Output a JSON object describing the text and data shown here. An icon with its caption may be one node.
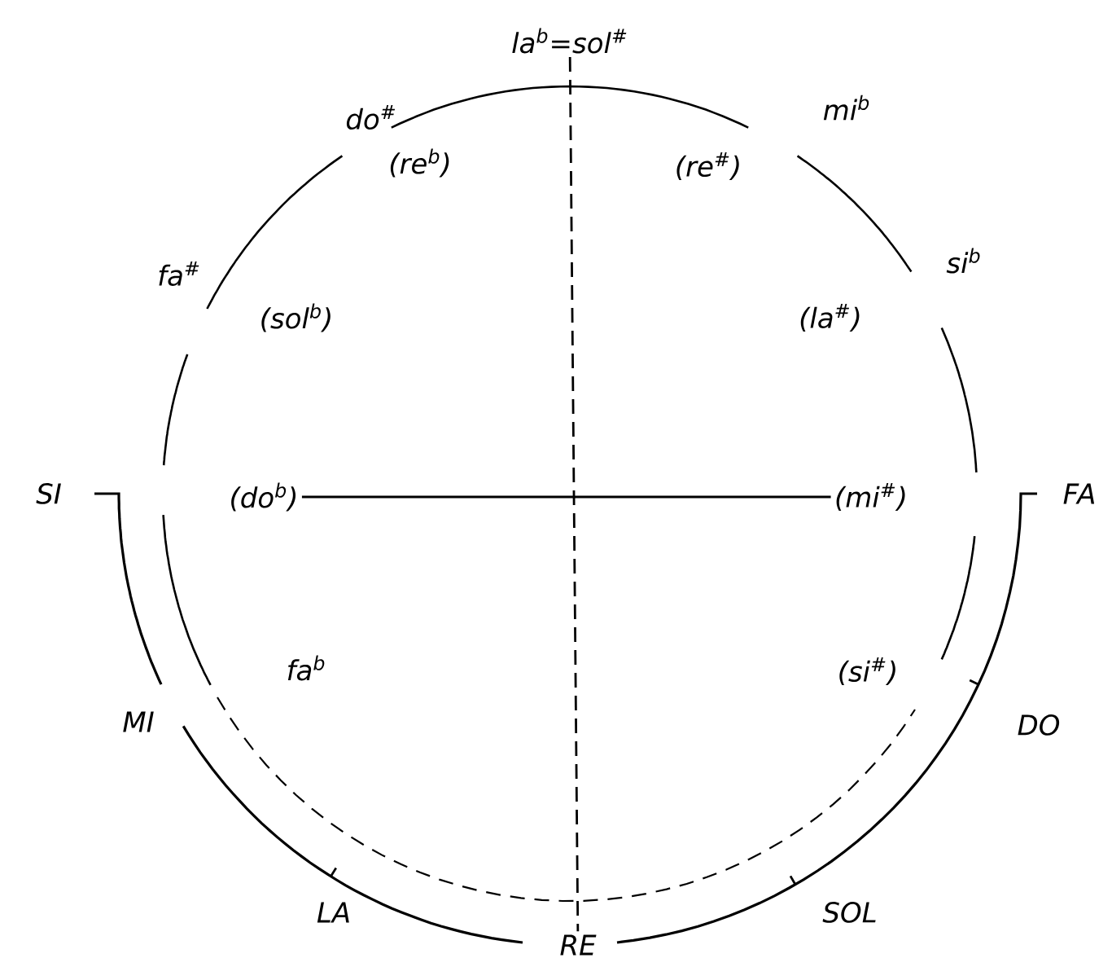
{
  "diagram": {
    "nodes": [
      {
        "text": [
          "la$^{b}$=sol$^{#}$"
        ]
      },
      {
        "text": [
          "(do$^{b}$)"
        ]
      },
      {
        "text": [
          "(mi$^{#}$)"
        ]
      },
      {
        "text": [
          "RE"
        ]
      }
    ],
    "edges": [
      {
        "from": 0,
        "to": 3,
        "arrow": "none",
        "style": "dashed"
      },
      {
        "from": 1,
        "to": 2,
        "arrow": "none"
      }
    ],
    "labels": [
      "do$^{#}$",
      "mi$^{b}$",
      "(re$^{b}$)",
      "(re$^{#}$)",
      "fa$^{#}$",
      "si$^{b}$",
      "(sol$^{b}$)",
      "(la$^{#}$)",
      "SI",
      "FA",
      "fa$^{b}$",
      "(si$^{#}$)",
      "MI",
      "DO",
      "LA",
      "SOL"
    ]
  }
}
